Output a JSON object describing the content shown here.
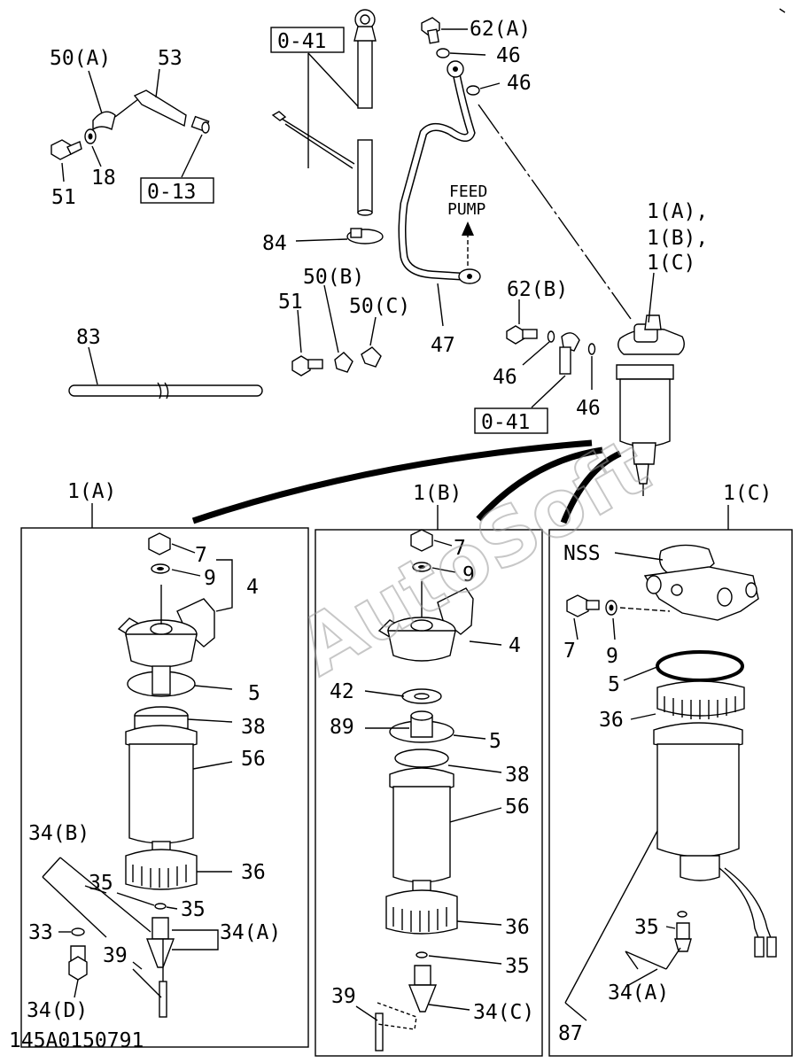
{
  "diagram": {
    "id_code": "145A0150791",
    "watermark": "AutoSoft",
    "feed_pump_label_line1": "FEED",
    "feed_pump_label_line2": "PUMP",
    "refs": {
      "ref_041_top": "0-41",
      "ref_013": "0-13",
      "ref_041_mid": "0-41"
    },
    "callouts_top": {
      "p50A": "50(A)",
      "p53": "53",
      "p51a": "51",
      "p18": "18",
      "p84": "84",
      "p62A": "62(A)",
      "p46a": "46",
      "p46b": "46",
      "p1A": "1(A),",
      "p1B": "1(B),",
      "p1C": "1(C)",
      "p50B": "50(B)",
      "p50C": "50(C)",
      "p51b": "51",
      "p47": "47",
      "p62B": "62(B)",
      "p46c": "46",
      "p46d": "46",
      "p83": "83"
    },
    "panel_a": {
      "title": "1(A)",
      "labels": {
        "c7": "7",
        "c9": "9",
        "c4": "4",
        "c5": "5",
        "c38": "38",
        "c56": "56",
        "c34B": "34(B)",
        "c35a": "35",
        "c35b": "35",
        "c36": "36",
        "c34A": "34(A)",
        "c33": "33",
        "c39": "39",
        "c34D": "34(D)"
      }
    },
    "panel_b": {
      "title": "1(B)",
      "labels": {
        "c7": "7",
        "c9": "9",
        "c4": "4",
        "c42": "42",
        "c89": "89",
        "c5": "5",
        "c38": "38",
        "c56": "56",
        "c36": "36",
        "c35": "35",
        "c39": "39",
        "c34C": "34(C)"
      }
    },
    "panel_c": {
      "title": "1(C)",
      "labels": {
        "nss": "NSS",
        "c7": "7",
        "c9": "9",
        "c5": "5",
        "c36": "36",
        "c35": "35",
        "c34A": "34(A)",
        "c87": "87"
      }
    }
  }
}
